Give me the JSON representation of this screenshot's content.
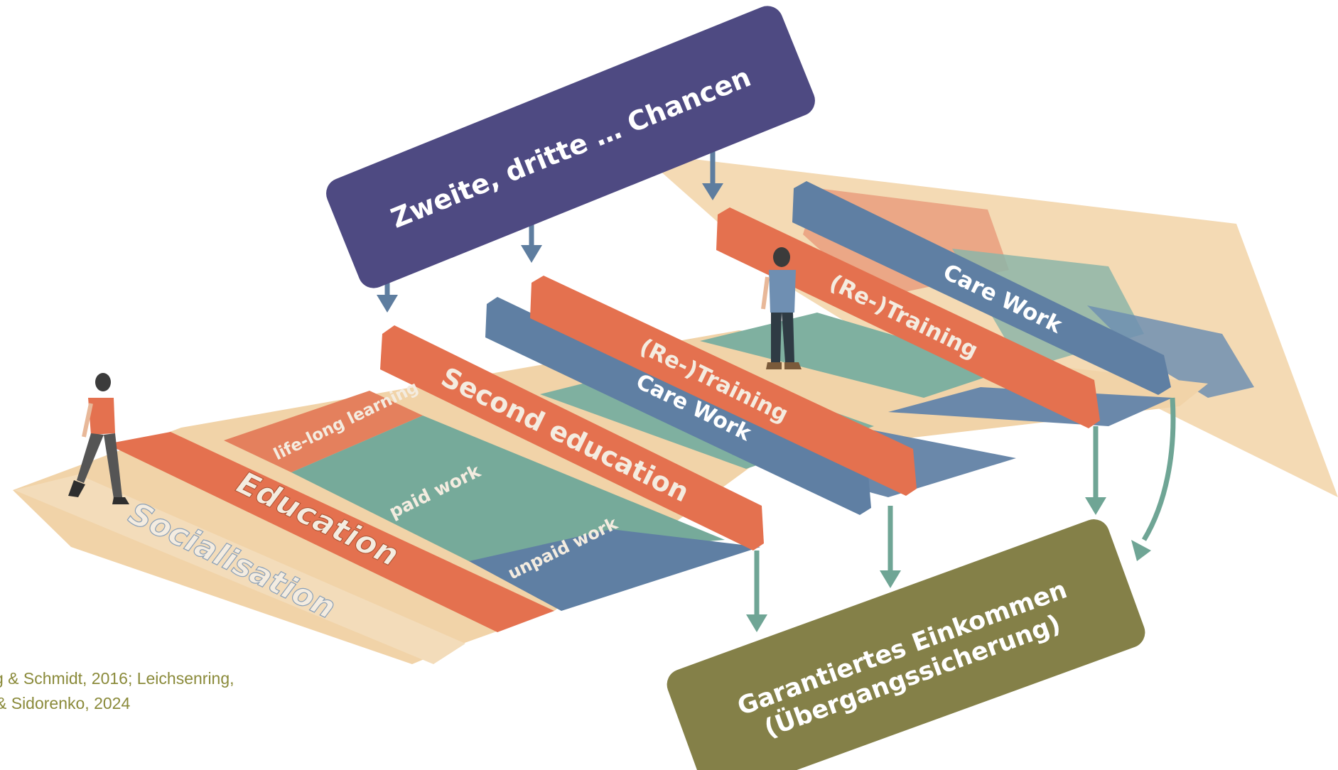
{
  "top_box": {
    "label": "Zweite, dritte … Chancen",
    "color": "#4e4a82"
  },
  "bottom_box": {
    "line1": "Garantiertes Einkommen",
    "line2": "(Übergangssicherung)",
    "color": "#848048"
  },
  "stages": {
    "socialisation": "Socialisation",
    "education": "Education",
    "second_education": "Second education",
    "retraining_1": "(Re-)Training",
    "care_work_1": "Care Work",
    "retraining_2": "(Re-)Training",
    "care_work_2": "Care Work"
  },
  "areas": {
    "life_long_learning": "life-long learning",
    "paid_work": "paid work",
    "unpaid_work": "unpaid work"
  },
  "citation": {
    "line1": "g & Schmidt, 2016; Leichsenring,",
    "line2": "& Sidorenko, 2024"
  },
  "colors": {
    "beige": "#f1d3a8",
    "orange": "#e4714f",
    "blue_grey": "#5f7fa3",
    "teal": "#76aa9a",
    "arrow_blue": "#5e7d9f",
    "arrow_teal": "#6fa595",
    "citation": "#8a8a3a"
  }
}
